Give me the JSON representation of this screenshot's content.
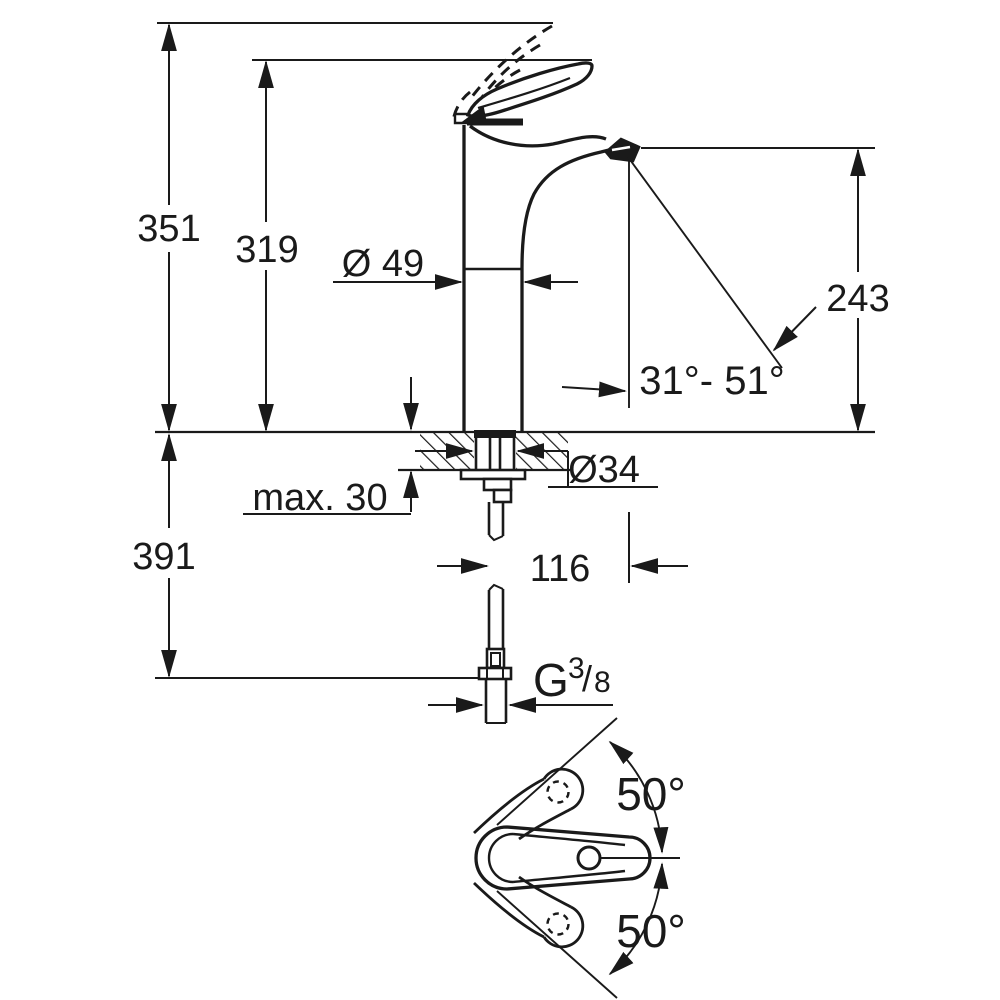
{
  "drawing": {
    "side_view": {
      "height_open_handle": "351",
      "height_closed_handle": "319",
      "body_diameter": "Ø 49",
      "spout_height": "243",
      "spout_angle_range": "31°- 51°",
      "deck_max_thickness": "max. 30",
      "hole_diameter": "Ø34",
      "under_deck_length": "391",
      "spout_distance": "116",
      "thread": {
        "letter": "G",
        "numerator": "3",
        "slash": "/",
        "denominator": "8"
      }
    },
    "top_view": {
      "swivel_upper": "50°",
      "swivel_lower": "50°"
    }
  },
  "colors": {
    "line": "#1a1a1a",
    "background": "#ffffff"
  }
}
